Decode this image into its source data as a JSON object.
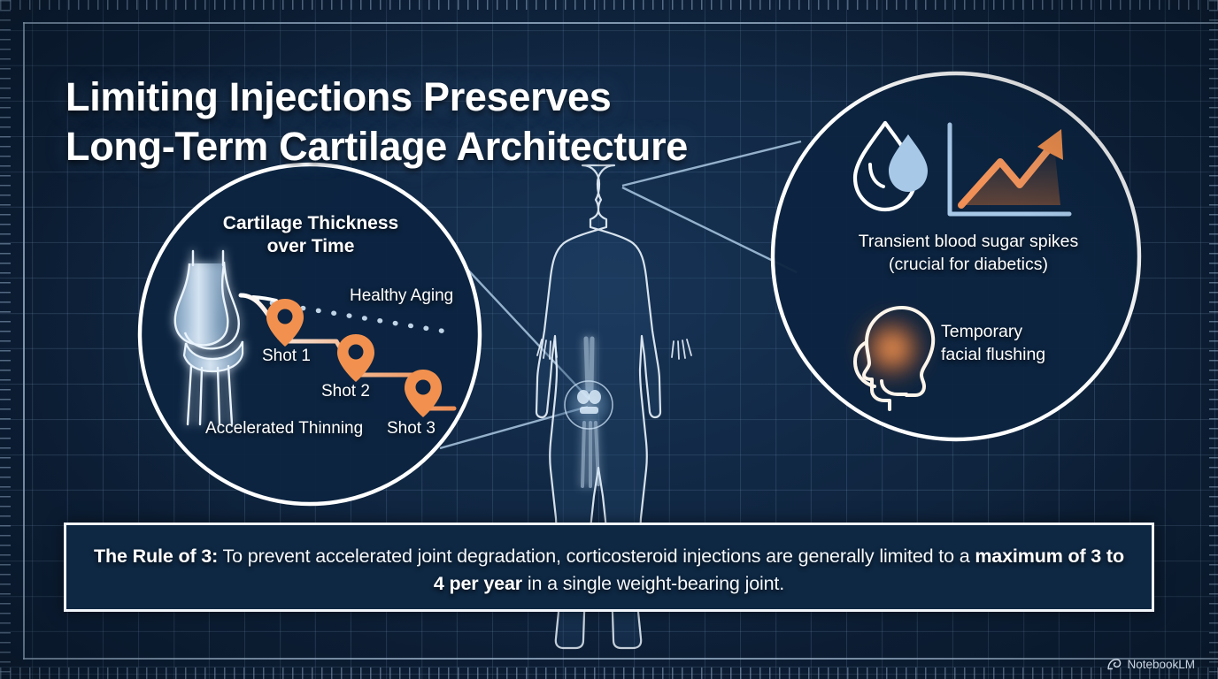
{
  "meta": {
    "domain": "infographic",
    "bg_color": "#0d2038",
    "grid_color": "#96b9dc",
    "accent_orange": "#f2914f",
    "accent_blue": "#a8c8e8",
    "text_color": "#ffffff"
  },
  "title": {
    "line1": "Limiting Injections Preserves",
    "line2": "Long-Term Cartilage Architecture"
  },
  "body_figure": {
    "name": "human-body-silhouette",
    "highlight": "knee-joint-highlight"
  },
  "left_circle": {
    "title_line1": "Cartilage Thickness",
    "title_line2": "over Time",
    "icon": "knee-joint-icon",
    "labels": {
      "healthy": "Healthy Aging",
      "shot1": "Shot 1",
      "shot2": "Shot 2",
      "shot3": "Shot 3",
      "thinning": "Accelerated Thinning"
    }
  },
  "right_circle": {
    "icons": [
      "water-droplet-icon",
      "rising-chart-icon",
      "head-profile-icon"
    ],
    "text1_line1": "Transient blood sugar spikes",
    "text1_line2": "(crucial for diabetics)",
    "text2_line1": "Temporary",
    "text2_line2": "facial flushing"
  },
  "callout": {
    "bold_lead": "The Rule of 3:",
    "text_a": " To prevent accelerated joint degradation, corticosteroid injections are generally limited to a ",
    "bold_mid": "maximum of 3 to 4 per year",
    "text_b": " in a single weight-bearing joint."
  },
  "watermark": {
    "label": "NotebookLM",
    "icon": "notebooklm-spiral-icon"
  },
  "chart_data": {
    "type": "line",
    "title": "Cartilage Thickness over Time",
    "xlabel": "Time",
    "ylabel": "Cartilage Thickness",
    "grid": true,
    "legend_position": "inline-annotations",
    "series": [
      {
        "name": "Healthy Aging",
        "style": "dotted",
        "color": "#cfe2f4",
        "x": [
          0,
          1,
          2,
          3,
          4,
          5,
          6
        ],
        "y": [
          100,
          98,
          96,
          94,
          92,
          90,
          88
        ]
      },
      {
        "name": "Accelerated Thinning",
        "style": "step",
        "color": "#f2914f",
        "x": [
          0,
          1,
          1,
          2.2,
          2.2,
          3.4,
          3.4,
          4.6,
          4.6,
          5.6
        ],
        "y": [
          100,
          100,
          74,
          74,
          52,
          52,
          34,
          34,
          16,
          16
        ]
      }
    ],
    "markers": [
      {
        "label": "Shot 1",
        "x": 1.0,
        "y": 74
      },
      {
        "label": "Shot 2",
        "x": 2.6,
        "y": 52
      },
      {
        "label": "Shot 3",
        "x": 4.3,
        "y": 16
      }
    ],
    "annotations": [
      "Healthy Aging",
      "Accelerated Thinning"
    ]
  }
}
